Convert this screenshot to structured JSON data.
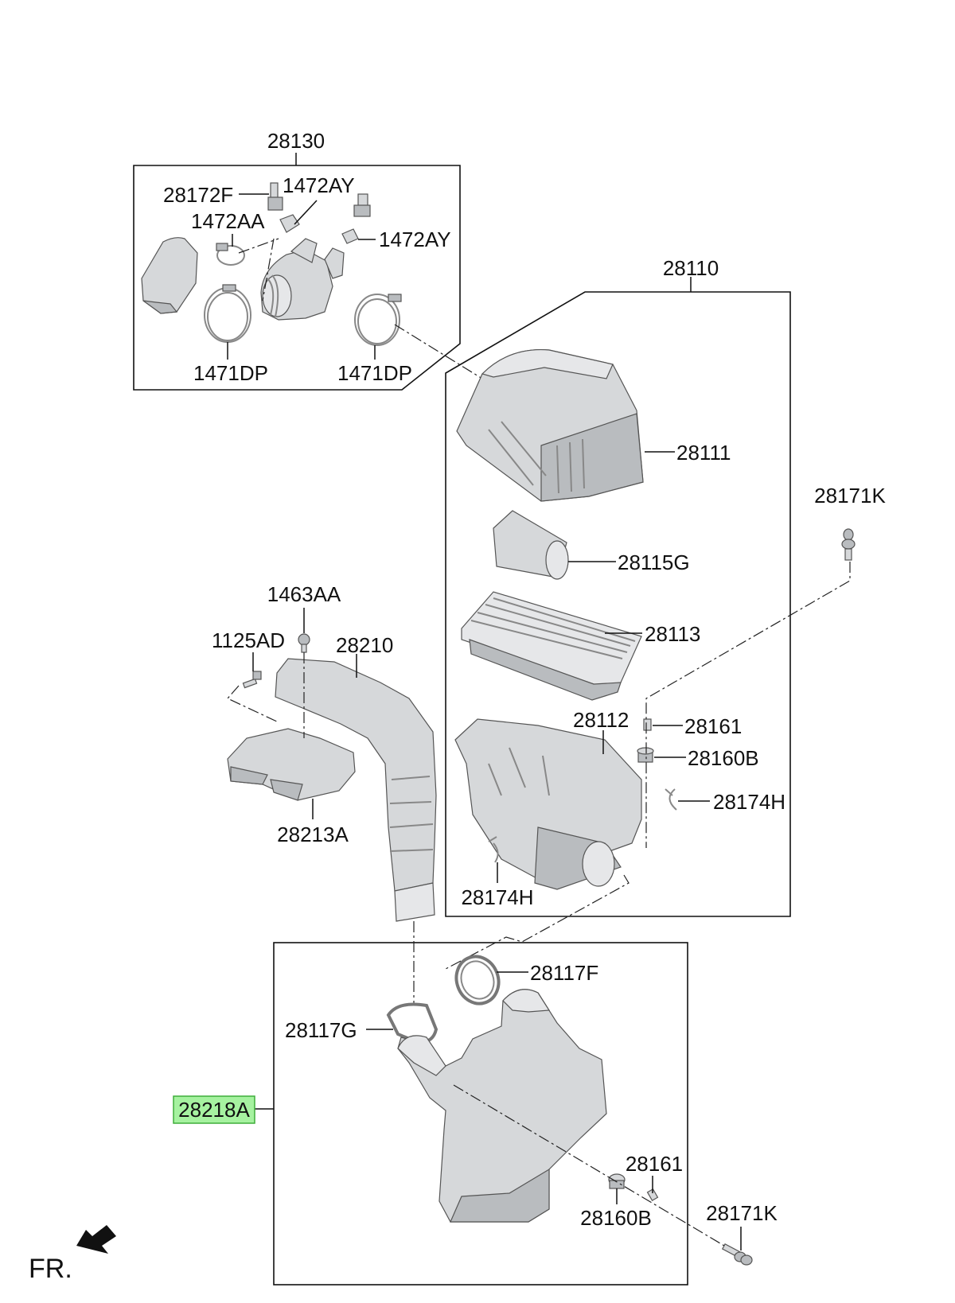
{
  "colors": {
    "line": "#111111",
    "part_fill": "#d6d8da",
    "part_shade": "#b9bcbf",
    "highlight": "#a6f2a0",
    "highlight_border": "#3fae3a"
  },
  "labels": {
    "g28130": "28130",
    "p28172F": "28172F",
    "p1472AY_top": "1472AY",
    "p1472AA": "1472AA",
    "p1472AY_right": "1472AY",
    "p1471DP_left": "1471DP",
    "p1471DP_right": "1471DP",
    "g28110": "28110",
    "p28111": "28111",
    "p28171K_top": "28171K",
    "p28115G": "28115G",
    "p1463AA": "1463AA",
    "p1125AD": "1125AD",
    "p28210": "28210",
    "p28113": "28113",
    "p28112": "28112",
    "p28161_top": "28161",
    "p28160B_top": "28160B",
    "p28174H_right": "28174H",
    "p28213A": "28213A",
    "p28174H_bottom": "28174H",
    "p28117F": "28117F",
    "p28117G": "28117G",
    "p28218A": "28218A",
    "p28161_bottom": "28161",
    "p28171K_bottom": "28171K",
    "p28160B_bottom": "28160B",
    "fr": "FR."
  }
}
